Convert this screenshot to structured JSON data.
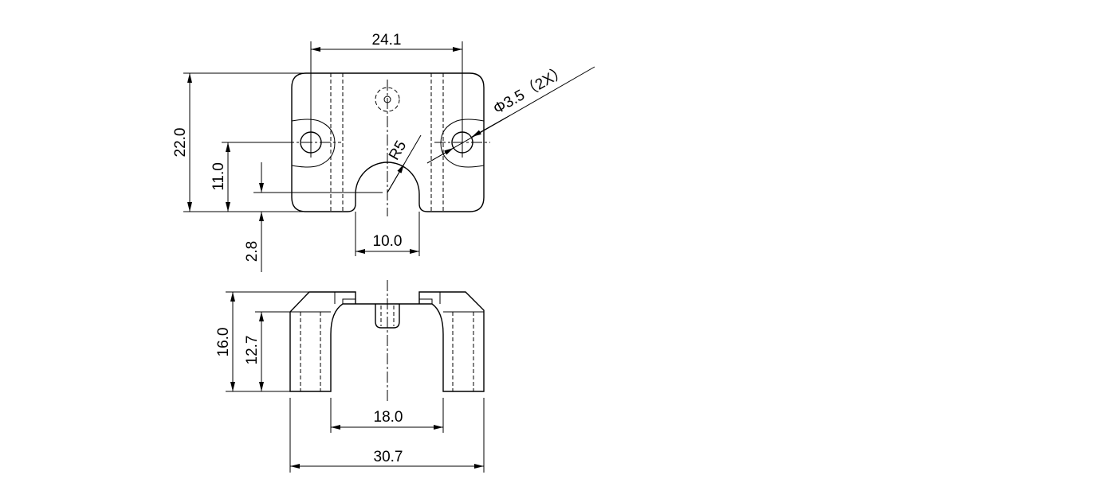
{
  "colors": {
    "line": "#000000",
    "background": "#ffffff"
  },
  "dimensions": {
    "top_width": "24.1",
    "height_total": "22.0",
    "height_hole": "11.0",
    "slot_offset": "2.8",
    "slot_width": "10.0",
    "slot_radius": "R5",
    "hole_diameter": "Φ3.5（2X）",
    "front_height": "16.0",
    "inner_height": "12.7",
    "inner_width": "18.0",
    "overall_width": "30.7"
  }
}
